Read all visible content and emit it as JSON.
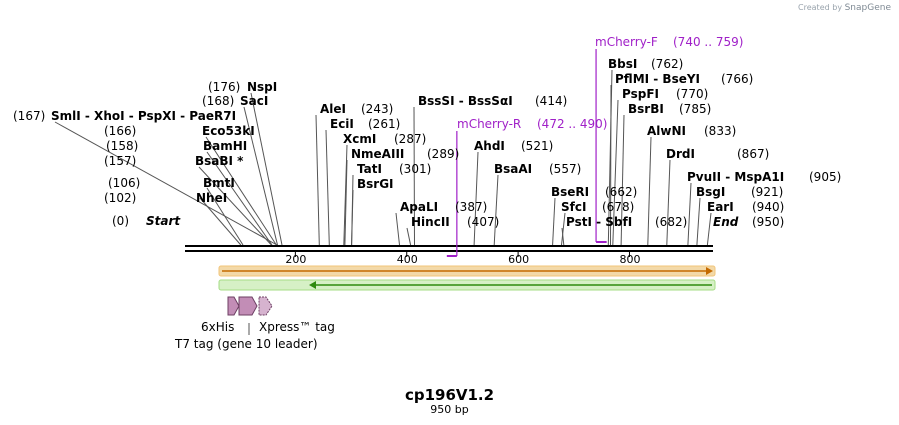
{
  "branding": {
    "created_by": "Created by",
    "app_name": "SnapGene"
  },
  "map": {
    "title": "cp196V1.2",
    "length_label": "950 bp",
    "ruler_ticks": [
      {
        "label": "200",
        "bp": 200
      },
      {
        "label": "400",
        "bp": 400
      },
      {
        "label": "600",
        "bp": 600
      },
      {
        "label": "800",
        "bp": 800
      }
    ],
    "sites": [
      {
        "pos_text": "(0)",
        "name": "Start",
        "italic": true,
        "bp": 0
      },
      {
        "pos_text": "(102)",
        "name": "NheI",
        "bp": 102
      },
      {
        "pos_text": "(106)",
        "name": "BmtI",
        "bp": 106
      },
      {
        "pos_text": "(157)",
        "name": "BsaBI *",
        "bp": 157
      },
      {
        "pos_text": "(158)",
        "name": "BamHI",
        "bp": 158
      },
      {
        "pos_text": "(166)",
        "name": "Eco53kI",
        "bp": 166
      },
      {
        "pos_text": "(167)",
        "name": "SmlI  - XhoI  - PspXI  - PaeR7I",
        "bp": 167
      },
      {
        "pos_text": "(168)",
        "name": "SacI",
        "bp": 168
      },
      {
        "pos_text": "(176)",
        "name": "NspI",
        "bp": 176
      },
      {
        "pos_text": "(243)",
        "name": "AleI",
        "bp": 243
      },
      {
        "pos_text": "(261)",
        "name": "EciI",
        "bp": 261
      },
      {
        "pos_text": "(287)",
        "name": "XcmI",
        "bp": 287
      },
      {
        "pos_text": "(289)",
        "name": "NmeAIII",
        "bp": 289
      },
      {
        "pos_text": "(301)",
        "name": "TatI",
        "bp": 301
      },
      {
        "pos_text": "",
        "name": "BsrGI",
        "bp": 301
      },
      {
        "pos_text": "(387)",
        "name": "ApaLI",
        "bp": 387
      },
      {
        "pos_text": "(407)",
        "name": "HincII",
        "bp": 407
      },
      {
        "pos_text": "(414)",
        "name": "BssSI  - BssSαI",
        "bp": 414
      },
      {
        "pos_text": "(521)",
        "name": "AhdI",
        "bp": 521
      },
      {
        "pos_text": "(557)",
        "name": "BsaAI",
        "bp": 557
      },
      {
        "pos_text": "(662)",
        "name": "BseRI",
        "bp": 662
      },
      {
        "pos_text": "(678)",
        "name": "SfcI",
        "bp": 678
      },
      {
        "pos_text": "(682)",
        "name": "PstI  - SbfI",
        "bp": 682
      },
      {
        "pos_text": "(762)",
        "name": "BbsI",
        "bp": 762
      },
      {
        "pos_text": "(766)",
        "name": "PflMI  - BseYI",
        "bp": 766
      },
      {
        "pos_text": "(770)",
        "name": "PspFI",
        "bp": 770
      },
      {
        "pos_text": "(785)",
        "name": "BsrBI",
        "bp": 785
      },
      {
        "pos_text": "(833)",
        "name": "AlwNI",
        "bp": 833
      },
      {
        "pos_text": "(867)",
        "name": "DrdI",
        "bp": 867
      },
      {
        "pos_text": "(905)",
        "name": "PvuII  - MspA1I",
        "bp": 905
      },
      {
        "pos_text": "(921)",
        "name": "BsgI",
        "bp": 921
      },
      {
        "pos_text": "(940)",
        "name": "EarI",
        "bp": 940
      },
      {
        "pos_text": "(950)",
        "name": "End",
        "italic": true,
        "bp": 950
      }
    ],
    "primers": [
      {
        "name": "mCherry-F",
        "range": "(740 .. 759)",
        "start": 740,
        "end": 759,
        "direction": "forward"
      },
      {
        "name": "mCherry-R",
        "range": "(472 .. 490)",
        "start": 472,
        "end": 490,
        "direction": "reverse"
      }
    ],
    "features": [
      {
        "name": "T7 tag (gene 10 leader)",
        "color": "#c9a0c9"
      },
      {
        "name": "6xHis",
        "color": "#c9a0c9"
      },
      {
        "name": "Xpress™ tag",
        "color": "#c9a0c9"
      }
    ],
    "orf_colors": {
      "forward": "#e8a317",
      "reverse": "#3a9e14"
    }
  }
}
